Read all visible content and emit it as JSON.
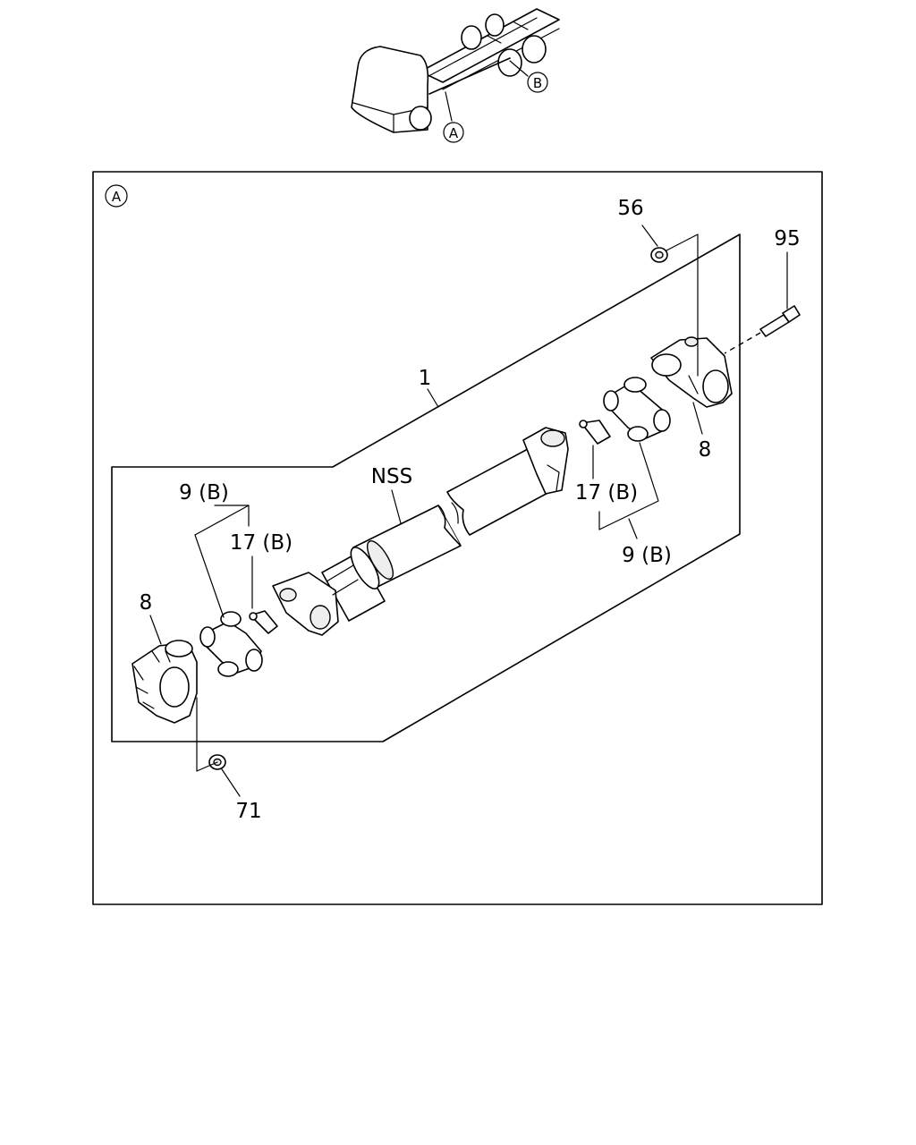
{
  "view_markers": {
    "a": "A",
    "b": "B"
  },
  "callouts": {
    "shaft_assembly": "1",
    "nss": "NSS",
    "nut_top": "56",
    "bolt": "95",
    "yoke_right": "8",
    "yoke_left": "8",
    "spider_right": "9 (B)",
    "spider_left": "9 (B)",
    "fitting_right": "17 (B)",
    "fitting_left": "17 (B)",
    "nut_bottom": "71"
  }
}
